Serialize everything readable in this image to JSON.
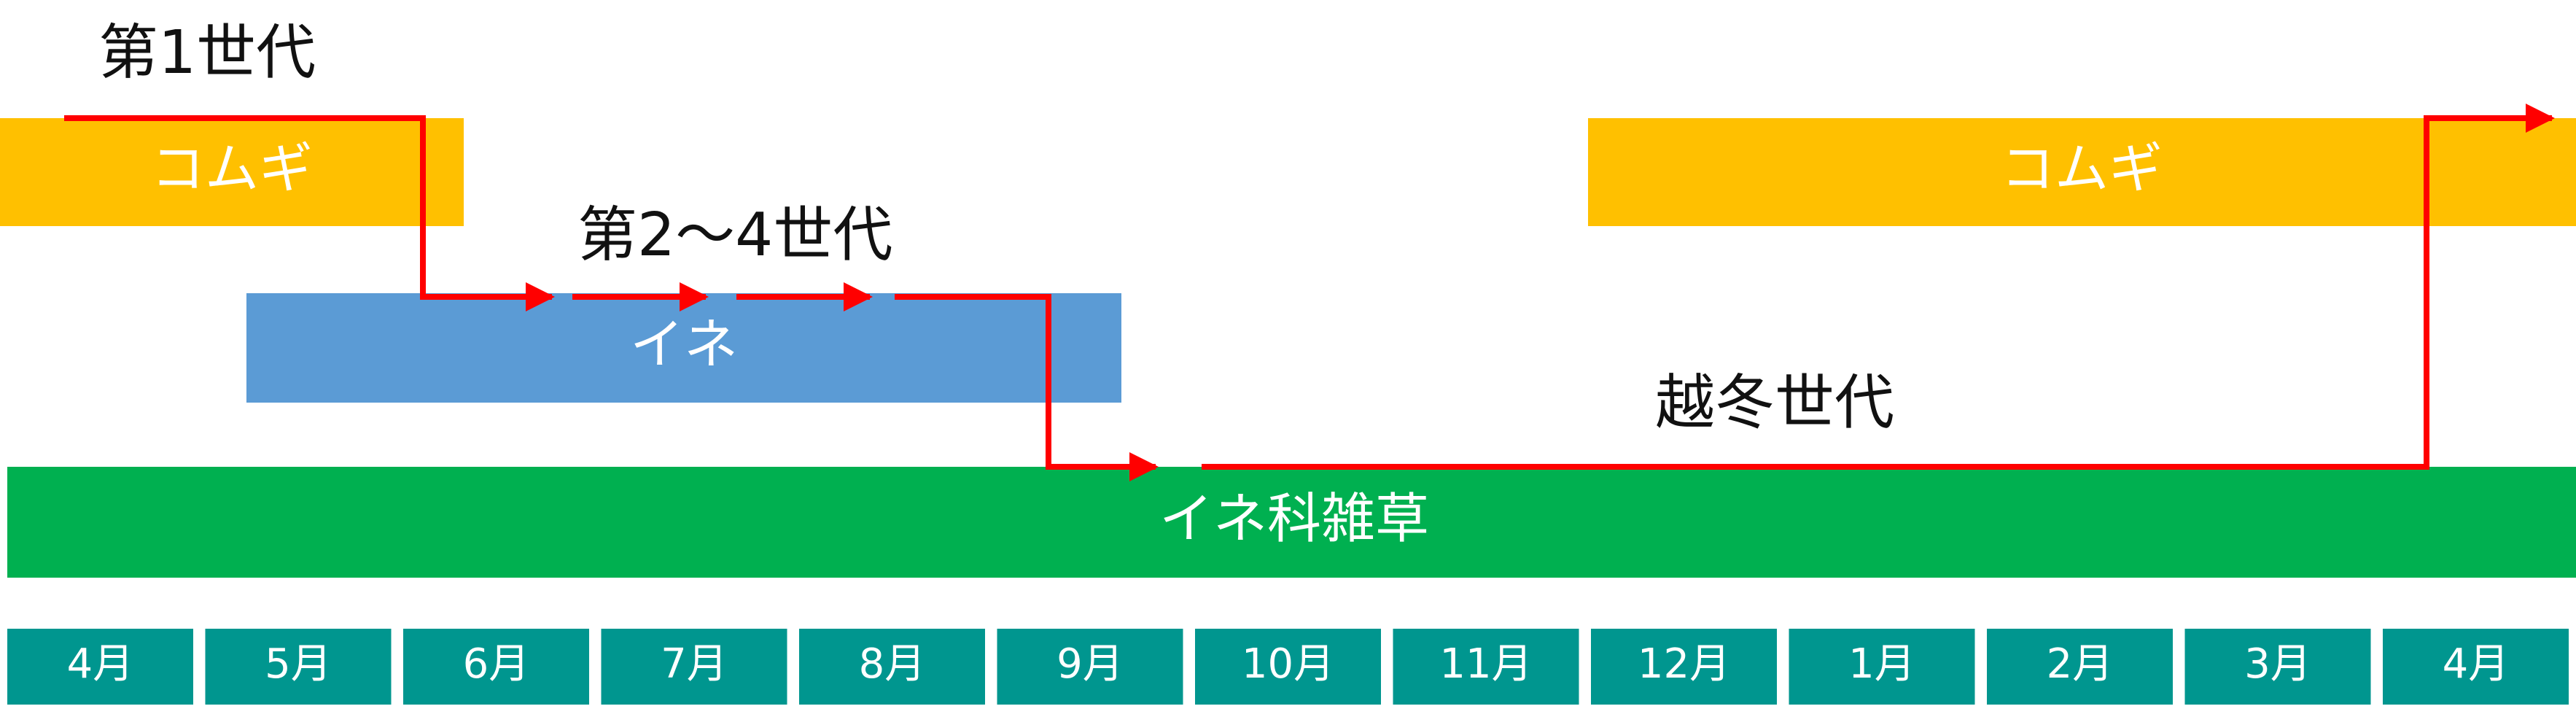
{
  "labels": {
    "gen1": "第1世代",
    "gen2to4": "第2〜4世代",
    "overwinter": "越冬世代"
  },
  "bars": {
    "wheat_left": "コムギ",
    "rice": "イネ",
    "weeds": "イネ科雑草",
    "wheat_right": "コムギ"
  },
  "months": [
    "4月",
    "5月",
    "6月",
    "7月",
    "8月",
    "9月",
    "10月",
    "11月",
    "12月",
    "1月",
    "2月",
    "3月",
    "4月"
  ],
  "colors": {
    "wheat": "#FFC000",
    "rice": "#5B9BD5",
    "weeds": "#00B050",
    "month_cell": "#00968F",
    "path": "#FF0000"
  }
}
